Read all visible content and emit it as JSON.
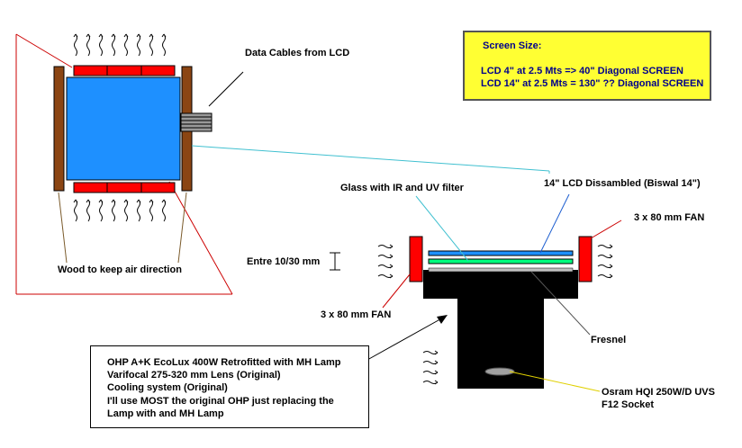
{
  "screen_size": {
    "title": "Screen Size:",
    "line1": "LCD 4\" at 2.5 Mts => 40\" Diagonal SCREEN",
    "line2": "LCD 14\" at 2.5 Mts = 130\" ?? Diagonal SCREEN"
  },
  "labels": {
    "data_cables": "Data Cables from LCD",
    "wood": "Wood to keep air direction",
    "fan_left": "3 x 80 mm FAN",
    "fan_right": "3 x 80 mm FAN",
    "glass": "Glass with IR and UV filter",
    "lcd": "14\" LCD Dissambled (Biswal 14\")",
    "entre": "Entre 10/30 mm",
    "fresnel": "Fresnel",
    "lamp_line1": "Osram HQI 250W/D UVS",
    "lamp_line2": "F12 Socket"
  },
  "ohp_notes": {
    "line1": "OHP A+K EcoLux 400W Retrofitted with MH Lamp",
    "line2": "Varifocal 275-320 mm Lens (Original)",
    "line3": "Cooling system (Original)",
    "line4": "I'll use MOST the original OHP just replacing the",
    "line5": "Lamp with and MH Lamp"
  },
  "colors": {
    "lcd_blue": "#1e90ff",
    "wood": "#8b4513",
    "fan_red": "#ff0000",
    "glass_green": "#00ff7f",
    "note_yellow": "#ffff33",
    "pointer_red": "#cc0000",
    "pointer_cyan": "#40c0d0",
    "pointer_yellow": "#ffff00"
  }
}
